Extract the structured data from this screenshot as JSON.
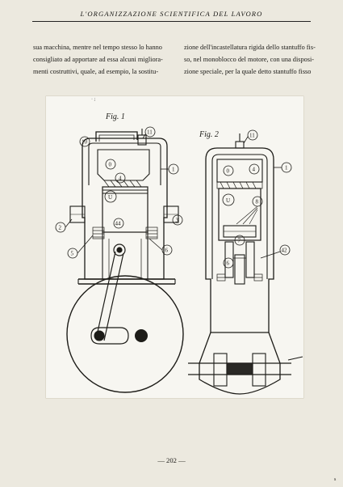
{
  "header": {
    "running_title": "L'ORGANIZZAZIONE SCIENTIFICA DEL LAVORO"
  },
  "body_text": {
    "left_column": [
      "sua macchina, mentre nel tempo stesso lo hanno",
      "consigliato ad apportare ad essa alcuni migliora-",
      "menti costruttivi, quale, ad esempio, la sostitu-"
    ],
    "right_column": [
      "zione dell'incastellatura rigida dello stantuffo fis-",
      "so, nel monoblocco del motore, con una disposi-",
      "zione speciale, per la quale detto stantuffo fisso"
    ]
  },
  "figure": {
    "fig1_caption": "Fig. 1",
    "fig2_caption": "Fig. 2",
    "fig1_callouts": [
      "11",
      "10",
      "1",
      "4",
      "0",
      "U",
      "2",
      "3",
      "5",
      "6",
      "44"
    ],
    "fig2_callouts": [
      "11",
      "0",
      "4",
      "1",
      "U",
      "8",
      "7",
      "6",
      "42"
    ]
  },
  "footer": {
    "page_number": "— 202 —",
    "edge_mark": "s"
  }
}
